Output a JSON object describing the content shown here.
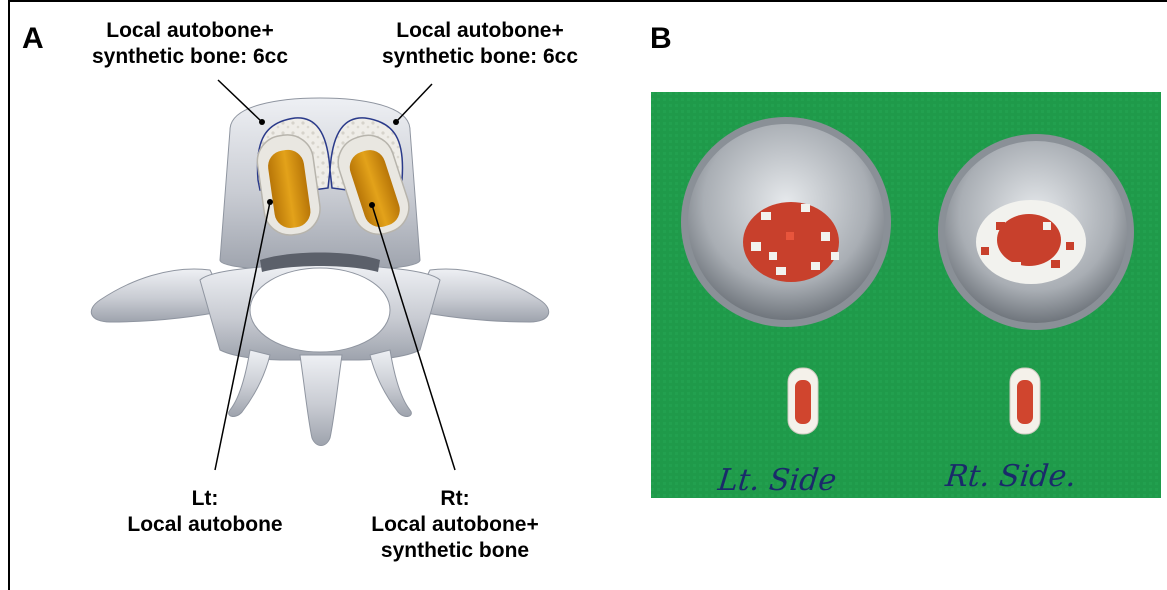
{
  "panel_a": {
    "letter": "A",
    "label_top_left": [
      "Local autobone+",
      "synthetic bone: 6cc"
    ],
    "label_top_right": [
      "Local autobone+",
      "synthetic bone: 6cc"
    ],
    "label_bottom_left": [
      "Lt:",
      "Local autobone"
    ],
    "label_bottom_right": [
      "Rt:",
      "Local autobone+",
      "synthetic bone"
    ],
    "colors": {
      "vertebra": "#c9ccd3",
      "cage_core": "#d4900a",
      "graft_fill": "#e8e6e0",
      "graft_outline": "#2a3a8a"
    }
  },
  "panel_b": {
    "letter": "B",
    "handwriting_left": "Lt. Side",
    "handwriting_right": "Rt. Side.",
    "colors": {
      "drape": "#1f9a4a",
      "bowl": "#b9bec4",
      "autobone": "#c8402c",
      "synthetic": "#f2f2ee"
    }
  }
}
